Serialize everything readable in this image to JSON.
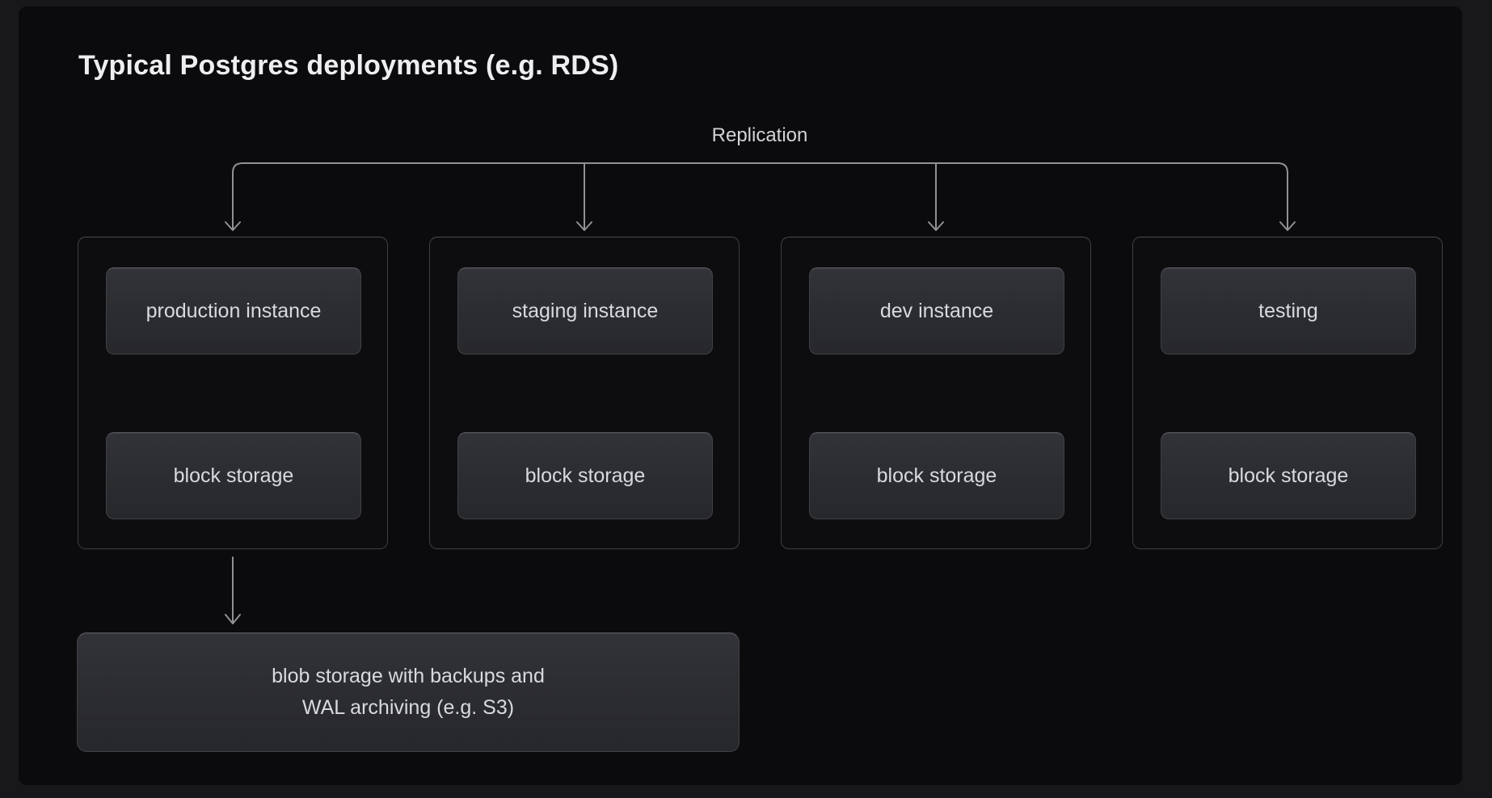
{
  "page": {
    "title": "Typical Postgres deployments (e.g. RDS)"
  },
  "diagram": {
    "replication_label": "Replication",
    "columns": [
      {
        "instance": "production instance",
        "storage": "block storage"
      },
      {
        "instance": "staging instance",
        "storage": "block storage"
      },
      {
        "instance": "dev instance",
        "storage": "block storage"
      },
      {
        "instance": "testing",
        "storage": "block storage"
      }
    ],
    "blob": {
      "line1": "blob storage with backups and",
      "line2": "WAL archiving (e.g. S3)"
    }
  },
  "colors": {
    "frame_background": "#18181a",
    "panel_background": "#0b0b0d",
    "node_fill_top": "#323338",
    "node_fill_bottom": "#27282c",
    "node_border": "#3e4045",
    "column_border": "#3e3f44",
    "connector_line": "#8f9196",
    "label_text": "#d8dadd",
    "title_text": "#edeef0"
  }
}
